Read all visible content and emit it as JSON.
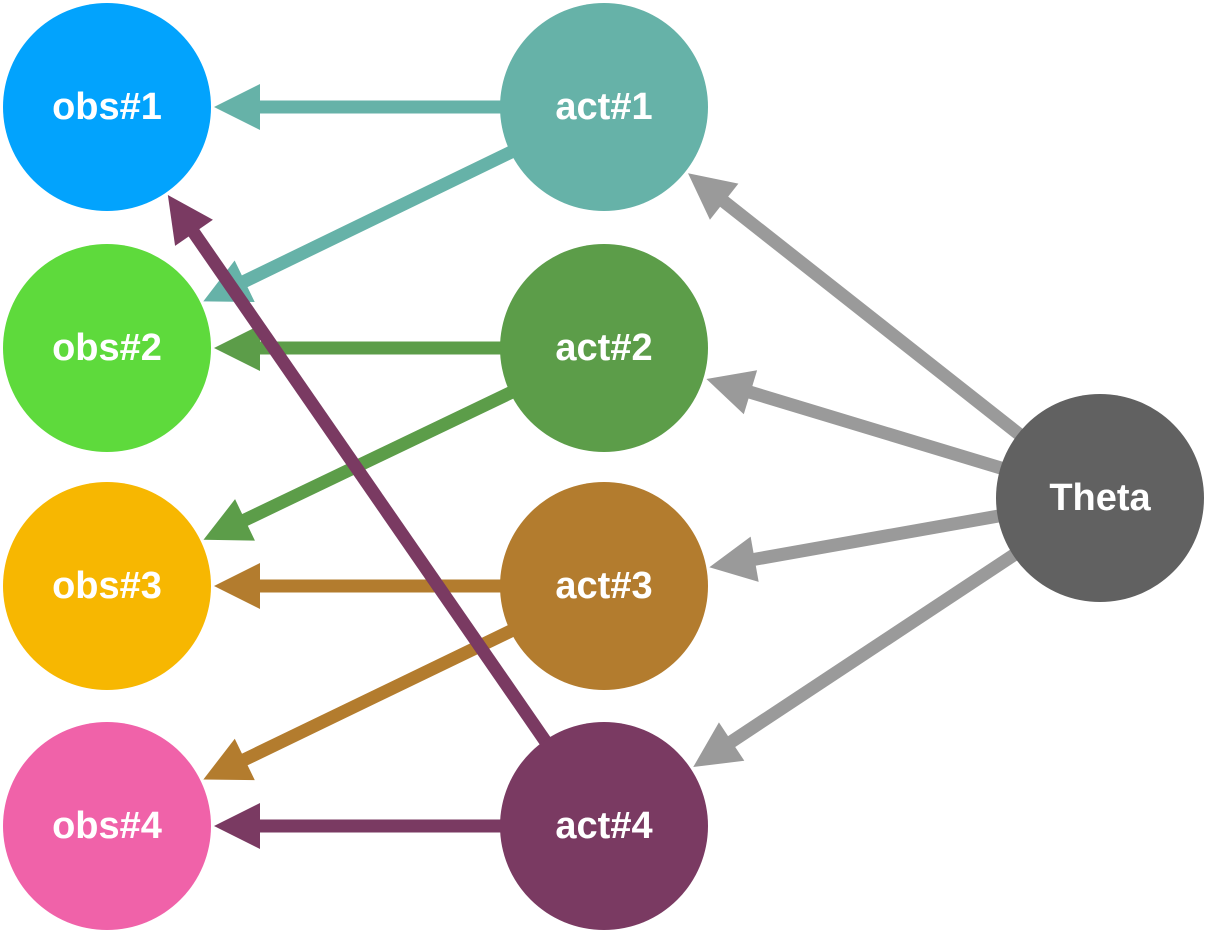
{
  "nodes": [
    {
      "id": "obs1",
      "label": "obs#1",
      "color": "#02A3FD"
    },
    {
      "id": "obs2",
      "label": "obs#2",
      "color": "#5EDA3C"
    },
    {
      "id": "obs3",
      "label": "obs#3",
      "color": "#F7B701"
    },
    {
      "id": "obs4",
      "label": "obs#4",
      "color": "#F062A9"
    },
    {
      "id": "act1",
      "label": "act#1",
      "color": "#66B2A8"
    },
    {
      "id": "act2",
      "label": "act#2",
      "color": "#5C9D49"
    },
    {
      "id": "act3",
      "label": "act#3",
      "color": "#B37C2E"
    },
    {
      "id": "act4",
      "label": "act#4",
      "color": "#7A3A62"
    },
    {
      "id": "theta",
      "label": "Theta",
      "color": "#616161"
    }
  ],
  "edges": [
    {
      "from": "act1",
      "to": "obs1",
      "color": "#66B2A8"
    },
    {
      "from": "act1",
      "to": "obs2",
      "color": "#66B2A8"
    },
    {
      "from": "act2",
      "to": "obs2",
      "color": "#5C9D49"
    },
    {
      "from": "act2",
      "to": "obs3",
      "color": "#5C9D49"
    },
    {
      "from": "act3",
      "to": "obs3",
      "color": "#B37C2E"
    },
    {
      "from": "act3",
      "to": "obs4",
      "color": "#B37C2E"
    },
    {
      "from": "act4",
      "to": "obs4",
      "color": "#7A3A62"
    },
    {
      "from": "act4",
      "to": "obs1",
      "color": "#7A3A62"
    },
    {
      "from": "theta",
      "to": "act1",
      "color": "#9A9A9A"
    },
    {
      "from": "theta",
      "to": "act2",
      "color": "#9A9A9A"
    },
    {
      "from": "theta",
      "to": "act3",
      "color": "#9A9A9A"
    },
    {
      "from": "theta",
      "to": "act4",
      "color": "#9A9A9A"
    }
  ]
}
